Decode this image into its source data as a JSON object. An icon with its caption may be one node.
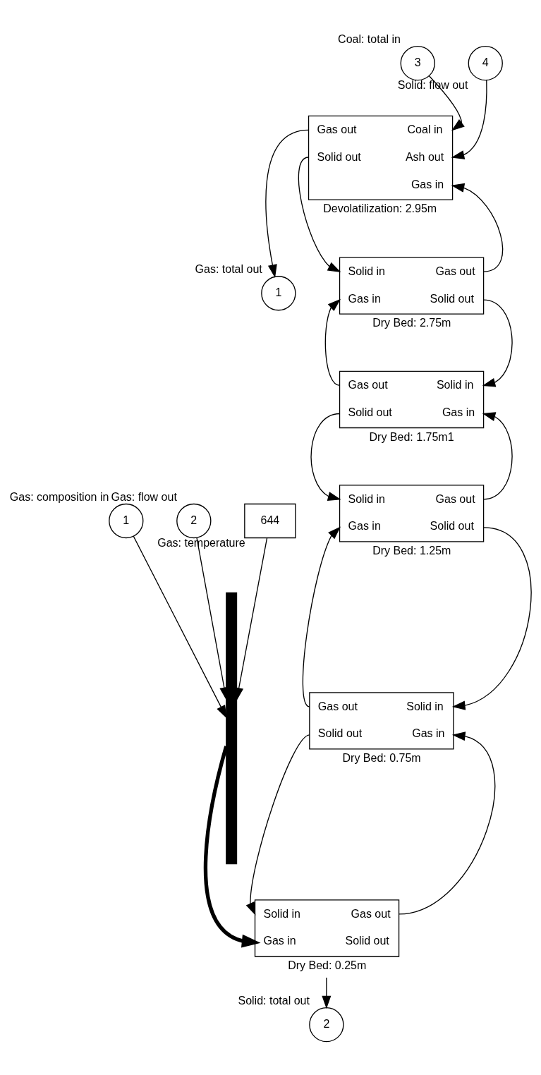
{
  "diagram": {
    "nodes": [
      {
        "text": [
          "Gas out",
          "Solid out",
          "Coal in",
          "Ash out",
          "Gas in"
        ],
        "beside": [
          "Devolatilization: 2.95m"
        ]
      },
      {
        "text": [
          "1"
        ],
        "beside": [
          "Gas: total out"
        ]
      },
      {
        "text": [
          "3"
        ],
        "beside": [
          "Coal: total in"
        ]
      },
      {
        "text": [
          "4"
        ],
        "beside": [
          "Solid: flow out"
        ]
      },
      {
        "text": [
          "Solid in",
          "Gas in",
          "Gas out",
          "Solid out"
        ],
        "beside": [
          "Dry Bed: 2.75m"
        ]
      },
      {
        "text": [
          "Gas out",
          "Solid out",
          "Solid in",
          "Gas in"
        ],
        "beside": [
          "Dry Bed: 1.75m1"
        ]
      },
      {
        "text": [
          "Solid in",
          "Gas in",
          "Gas out",
          "Solid out"
        ],
        "beside": [
          "Dry Bed: 1.25m"
        ]
      },
      {
        "text": [
          "Gas out",
          "Solid out",
          "Solid in",
          "Gas in"
        ],
        "beside": [
          "Dry Bed: 0.75m"
        ]
      },
      {
        "text": [
          "Solid in",
          "Gas in",
          "Gas out",
          "Solid out"
        ],
        "beside": [
          "Dry Bed: 0.25m"
        ]
      },
      {
        "text": [
          "2"
        ],
        "beside": [
          "Solid: total out"
        ]
      },
      {
        "text": [
          "1"
        ],
        "beside": [
          "Gas: composition in"
        ]
      },
      {
        "text": [
          "2"
        ],
        "beside": [
          "Gas: flow out"
        ]
      },
      {
        "text": [
          "644"
        ],
        "beside": [
          "Gas: temperature"
        ]
      },
      {
        "text": [],
        "shape": "bar"
      }
    ],
    "edges": [
      {
        "from": 0,
        "to": 1,
        "arrow": "to"
      },
      {
        "from": 2,
        "to": 0,
        "arrow": "to"
      },
      {
        "from": 3,
        "to": 0,
        "arrow": "to"
      },
      {
        "from": 0,
        "to": 4,
        "arrow": "to"
      },
      {
        "from": 4,
        "to": 0,
        "arrow": "to"
      },
      {
        "from": 4,
        "to": 5,
        "arrow": "to"
      },
      {
        "from": 5,
        "to": 4,
        "arrow": "to"
      },
      {
        "from": 5,
        "to": 6,
        "arrow": "to"
      },
      {
        "from": 6,
        "to": 5,
        "arrow": "to"
      },
      {
        "from": 6,
        "to": 7,
        "arrow": "to"
      },
      {
        "from": 7,
        "to": 6,
        "arrow": "to"
      },
      {
        "from": 7,
        "to": 8,
        "arrow": "to"
      },
      {
        "from": 8,
        "to": 7,
        "arrow": "to"
      },
      {
        "from": 8,
        "to": 9,
        "arrow": "to"
      },
      {
        "from": 10,
        "to": 13,
        "arrow": "to"
      },
      {
        "from": 11,
        "to": 13,
        "arrow": "to"
      },
      {
        "from": 12,
        "to": 13,
        "arrow": "to"
      },
      {
        "from": 13,
        "to": 8,
        "arrow": "to",
        "style": "thick"
      }
    ]
  }
}
